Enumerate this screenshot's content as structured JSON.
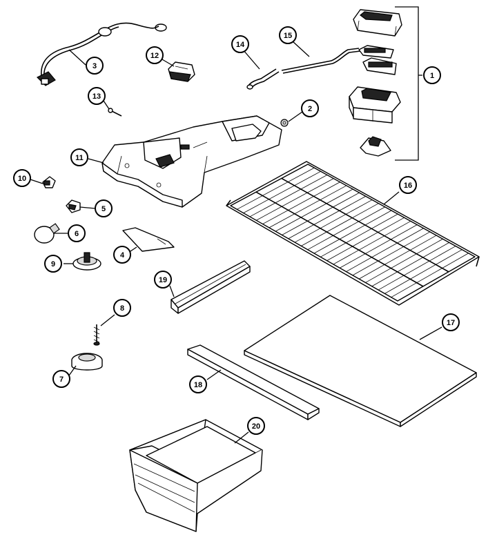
{
  "diagram": {
    "callouts": [
      {
        "id": "callout-1",
        "label": "1"
      },
      {
        "id": "callout-2",
        "label": "2"
      },
      {
        "id": "callout-3",
        "label": "3"
      },
      {
        "id": "callout-4",
        "label": "4"
      },
      {
        "id": "callout-5",
        "label": "5"
      },
      {
        "id": "callout-6",
        "label": "6"
      },
      {
        "id": "callout-7",
        "label": "7"
      },
      {
        "id": "callout-8",
        "label": "8"
      },
      {
        "id": "callout-9",
        "label": "9"
      },
      {
        "id": "callout-10",
        "label": "10"
      },
      {
        "id": "callout-11",
        "label": "11"
      },
      {
        "id": "callout-12",
        "label": "12"
      },
      {
        "id": "callout-13",
        "label": "13"
      },
      {
        "id": "callout-14",
        "label": "14"
      },
      {
        "id": "callout-15",
        "label": "15"
      },
      {
        "id": "callout-16",
        "label": "16"
      },
      {
        "id": "callout-17",
        "label": "17"
      },
      {
        "id": "callout-18",
        "label": "18"
      },
      {
        "id": "callout-19",
        "label": "19"
      },
      {
        "id": "callout-20",
        "label": "20"
      }
    ]
  },
  "colors": {
    "line": "#000000",
    "background": "#ffffff"
  }
}
